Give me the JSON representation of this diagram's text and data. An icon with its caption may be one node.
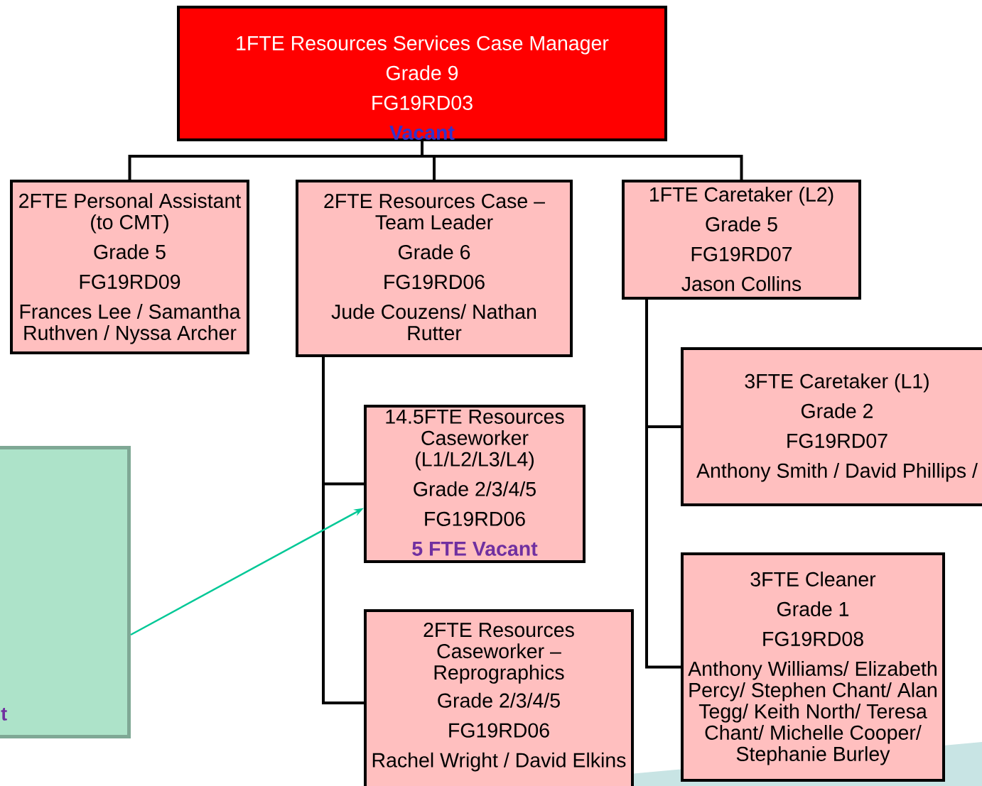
{
  "diagram": {
    "nodes": [
      {
        "text": [
          "1FTE Resources Services Case Manager",
          "Grade 9",
          "FG19RD03",
          "Vacant"
        ]
      },
      {
        "text": [
          "2FTE Personal Assistant (to CMT)",
          "Grade 5",
          "FG19RD09",
          "Frances Lee / Samantha Ruthven / Nyssa Archer"
        ]
      },
      {
        "text": [
          "2FTE Resources Case – Team Leader",
          "Grade 6",
          "FG19RD06",
          "Jude Couzens/ Nathan Rutter"
        ]
      },
      {
        "text": [
          "1FTE Caretaker (L2)",
          "Grade 5",
          "FG19RD07",
          "Jason Collins"
        ]
      },
      {
        "text": [
          "14.5FTE Resources Caseworker (L1/L2/L3/L4)",
          "Grade 2/3/4/5",
          "FG19RD06",
          "5 FTE Vacant"
        ]
      },
      {
        "text": [
          "2FTE Resources Caseworker – Reprographics",
          "Grade 2/3/4/5",
          "FG19RD06",
          "Rachel Wright / David Elkins"
        ]
      },
      {
        "text": [
          "3FTE Caretaker (L1)",
          "Grade 2",
          "FG19RD07",
          "Anthony Smith / David Phillips /"
        ]
      },
      {
        "text": [
          "3FTE Cleaner",
          "Grade 1",
          "FG19RD08",
          "Anthony Williams/ Elizabeth Percy/ Stephen Chant/ Alan Tegg/ Keith North/ Teresa Chant/ Michelle Cooper/ Stephanie Burley"
        ]
      },
      {
        "text": [
          "t"
        ]
      }
    ],
    "edges": [
      {
        "from": 0,
        "to": 1,
        "arrow": "none"
      },
      {
        "from": 0,
        "to": 2,
        "arrow": "none"
      },
      {
        "from": 0,
        "to": 3,
        "arrow": "none"
      },
      {
        "from": 2,
        "to": 4,
        "arrow": "none"
      },
      {
        "from": 2,
        "to": 5,
        "arrow": "none"
      },
      {
        "from": 3,
        "to": 6,
        "arrow": "none"
      },
      {
        "from": 3,
        "to": 7,
        "arrow": "none"
      },
      {
        "from": 8,
        "to": 4,
        "arrow": "to",
        "color": "#00c896"
      }
    ]
  }
}
